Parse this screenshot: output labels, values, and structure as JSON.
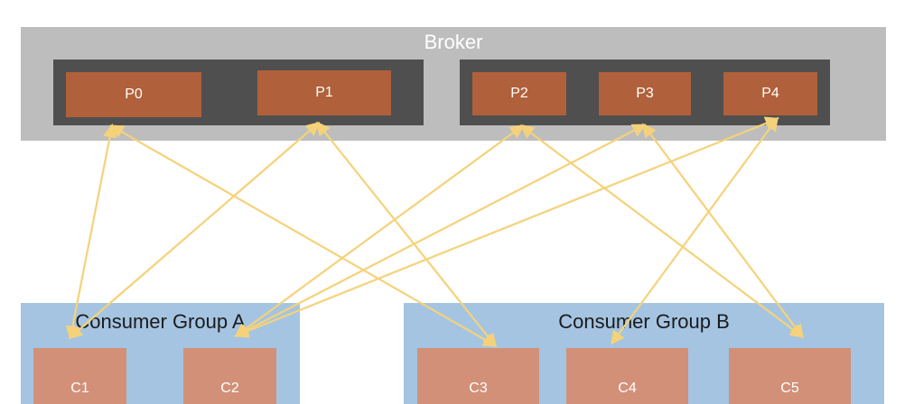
{
  "broker": {
    "title": "Broker",
    "partitions": [
      "P0",
      "P1",
      "P2",
      "P3",
      "P4"
    ]
  },
  "consumer_groups": [
    {
      "title": "Consumer Group A",
      "consumers": [
        "C1",
        "C2"
      ]
    },
    {
      "title": "Consumer Group B",
      "consumers": [
        "C3",
        "C4",
        "C5"
      ]
    }
  ],
  "links": [
    [
      "C1",
      "P0"
    ],
    [
      "C1",
      "P1"
    ],
    [
      "C2",
      "P2"
    ],
    [
      "C2",
      "P3"
    ],
    [
      "C2",
      "P4"
    ],
    [
      "C3",
      "P0"
    ],
    [
      "C3",
      "P1"
    ],
    [
      "C4",
      "P4"
    ],
    [
      "C5",
      "P2"
    ],
    [
      "C5",
      "P3"
    ]
  ],
  "colors": {
    "broker_bg": "#bdbdbd",
    "partition_group_bg": "#4f4f4f",
    "partition": "#b0603a",
    "consumer_group_bg": "#a4c4e2",
    "consumer": "#d29078",
    "arrow": "#f5d27a"
  }
}
